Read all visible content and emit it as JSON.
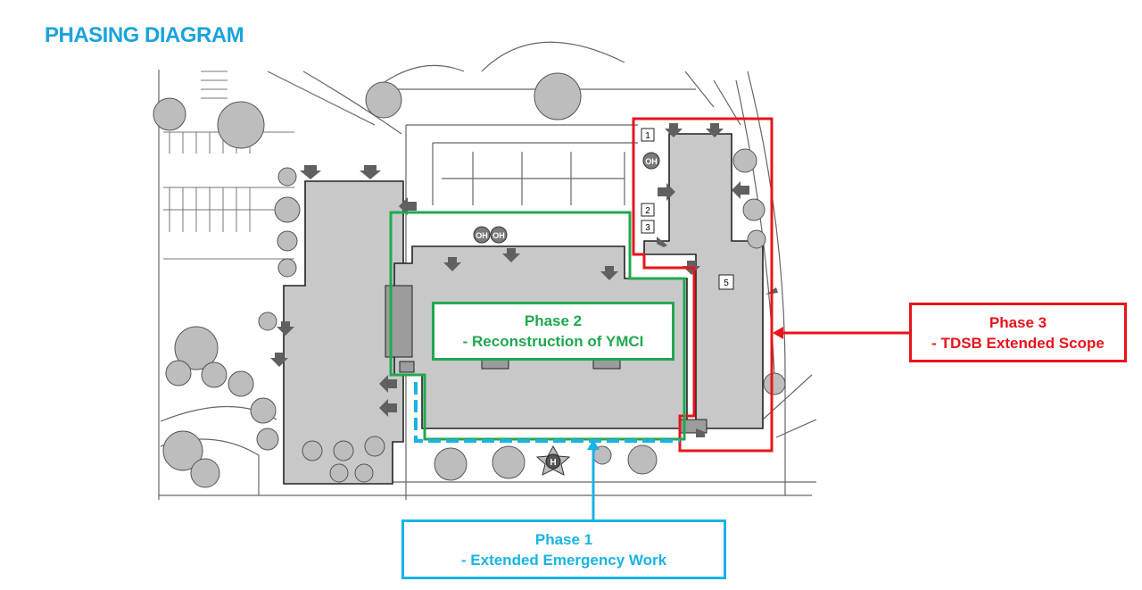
{
  "title": "PHASING DIAGRAM",
  "colors": {
    "title": "#1aa3dd",
    "phase1": "#1ab3e6",
    "phase2": "#21a84f",
    "phase3": "#e8141b",
    "building": "#c8c8c8",
    "line": "#555555"
  },
  "phase2": {
    "line1": "Phase 2",
    "line2": "- Reconstruction of YMCI"
  },
  "phase3": {
    "line1": "Phase 3",
    "line2": "- TDSB Extended Scope"
  },
  "phase1": {
    "line1": "Phase 1",
    "line2": "- Extended Emergency Work"
  },
  "markers": {
    "oh": "OH",
    "helipad": "H",
    "box1": "1",
    "box2": "2",
    "box3": "3",
    "box5": "5"
  }
}
